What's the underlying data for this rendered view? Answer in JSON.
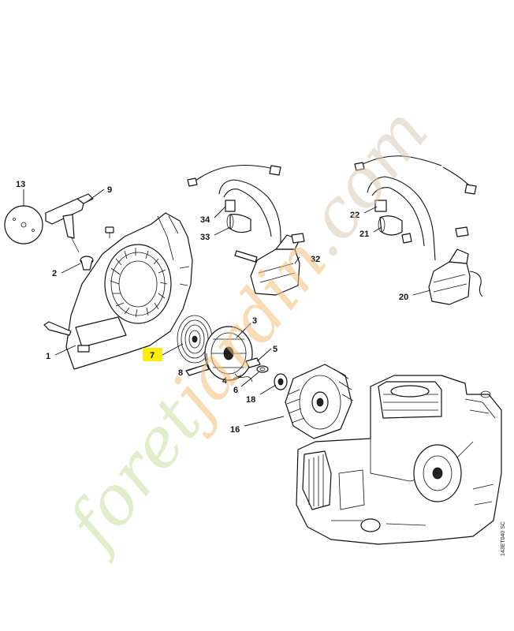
{
  "callouts": {
    "c13": "13",
    "c9": "9",
    "c2": "2",
    "c1": "1",
    "c7": "7",
    "c8": "8",
    "c3": "3",
    "c4": "4",
    "c5": "5",
    "c6": "6",
    "c18": "18",
    "c16": "16",
    "c34": "34",
    "c33": "33",
    "c32": "32",
    "c22": "22",
    "c21": "21",
    "c20": "20"
  },
  "highlight_color": "#ffee00",
  "watermark": {
    "part1": "foret",
    "part2": "jardin",
    "part3": ".com",
    "color_green": "#c9dfa0",
    "color_orange": "#f3c07a",
    "color_brown": "#d8cbb4"
  },
  "drawing_code": "143ET040 SC"
}
